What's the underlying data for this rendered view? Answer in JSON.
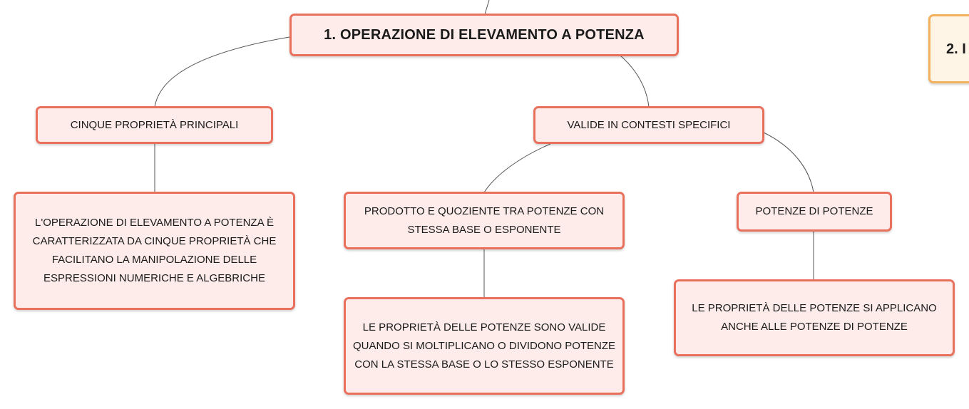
{
  "nodes": {
    "root": "1. OPERAZIONE DI ELEVAMENTO A POTENZA",
    "five_props": "CINQUE PROPRIETÀ PRINCIPALI",
    "five_props_desc": "L'OPERAZIONE DI ELEVAMENTO A POTENZA È CARATTERIZZATA DA CINQUE PROPRIETÀ CHE FACILITANO LA MANIPOLAZIONE DELLE ESPRESSIONI NUMERICHE E ALGEBRICHE",
    "specific_contexts": "VALIDE IN CONTESTI SPECIFICI",
    "product_quotient": "PRODOTTO E QUOZIENTE TRA POTENZE CON STESSA BASE O ESPONENTE",
    "product_quotient_desc": "LE PROPRIETÀ DELLE POTENZE SONO VALIDE QUANDO SI MOLTIPLICANO O DIVIDONO POTENZE CON LA STESSA BASE O LO STESSO ESPONENTE",
    "power_of_powers": "POTENZE DI POTENZE",
    "power_of_powers_desc": "LE PROPRIETÀ DELLE POTENZE SI APPLICANO ANCHE ALLE POTENZE DI POTENZE",
    "next_topic": "2. I"
  },
  "colors": {
    "node_fill": "#fdecea",
    "node_border": "#e9705d",
    "side_fill": "#fff5e6",
    "side_border": "#f2b15a",
    "link": "#555555"
  }
}
